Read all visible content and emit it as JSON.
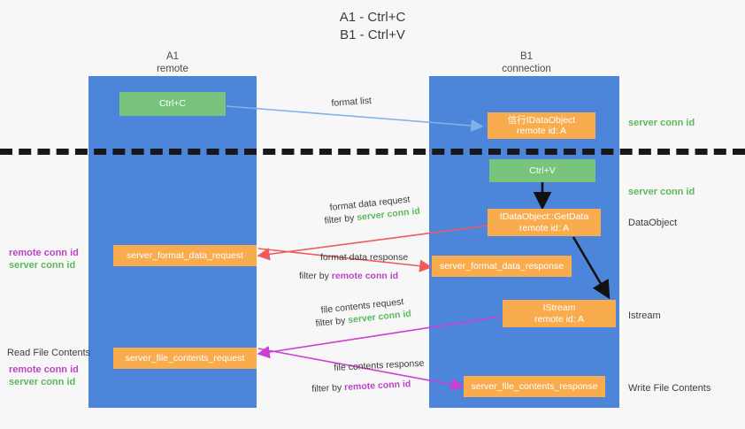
{
  "title": {
    "line1": "A1 - Ctrl+C",
    "line2": "B1 - Ctrl+V"
  },
  "lanes": {
    "a": {
      "name": "A1",
      "role": "remote"
    },
    "b": {
      "name": "B1",
      "role": "connection"
    }
  },
  "boxes": {
    "ctrl_c": "Ctrl+C",
    "ctrl_v": "Ctrl+V",
    "idataobject": {
      "line1": "信行IDataObject",
      "line2": "remote id: A"
    },
    "getdata": {
      "line1": "IDataObject::GetData",
      "line2": "remote id: A"
    },
    "istream": {
      "line1": "IStream",
      "line2": "remote id: A"
    },
    "server_format_data_request": "server_format_data_request",
    "server_format_data_response": "server_format_data_response",
    "server_file_contents_request": "server_file_contents_request",
    "server_file_contents_response": "server_file_contents_response"
  },
  "arrow_labels": {
    "format_list": "format list",
    "format_data_request": "format data request",
    "format_data_request_filter_prefix": "filter by ",
    "format_data_request_filter_id": "server conn id",
    "format_data_response": "format data response",
    "format_data_response_filter_prefix": "filter by ",
    "format_data_response_filter_id": "remote conn id",
    "file_contents_request": "file contents request",
    "file_contents_request_filter_prefix": "filter by ",
    "file_contents_request_filter_id": "server conn id",
    "file_contents_response": "file contents response",
    "file_contents_response_filter_prefix": "filter by ",
    "file_contents_response_filter_id": "remote conn id"
  },
  "right_labels": {
    "server_conn_id_top": "server conn id",
    "server_conn_id_mid": "server conn id",
    "dataobject": "DataObject",
    "istream": "Istream",
    "write_file_contents": "Write File Contents"
  },
  "left_labels": {
    "remote_conn_id_upper": "remote conn id",
    "server_conn_id_upper": "server conn id",
    "read_file_contents": "Read File Contents",
    "remote_conn_id_lower": "remote conn id",
    "server_conn_id_lower": "server conn id"
  },
  "colors": {
    "lane": "#4d85db",
    "green_box": "#78c47c",
    "orange_box": "#f9ac4e",
    "green_text": "#5cb85c",
    "magenta_text": "#bb44c6",
    "red_arrow": "#ef5a5a",
    "blue_arrow": "#7fb2e8",
    "magenta_arrow": "#cc3fd0",
    "black_arrow": "#111111",
    "background": "#f7f7f7"
  }
}
